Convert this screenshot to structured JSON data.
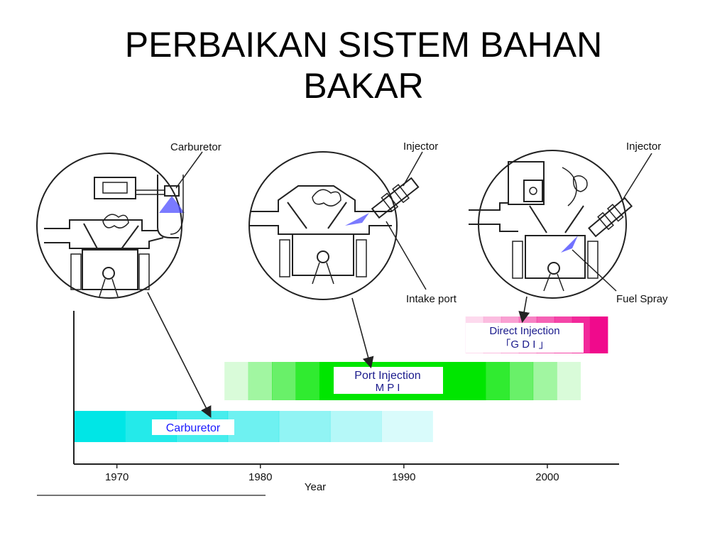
{
  "title": {
    "line1": "PERBAIKAN SISTEM BAHAN",
    "line2": "BAKAR"
  },
  "callouts": {
    "carburetor": "Carburetor",
    "injector_port": "Injector",
    "intake_port": "Intake port",
    "injector_direct": "Injector",
    "fuel_spray": "Fuel Spray"
  },
  "eras": {
    "carburetor": {
      "label": "Carburetor",
      "start": 1967,
      "end": 1992,
      "color": "#00e6e6",
      "text_color": "#1a1aff"
    },
    "port_injection": {
      "label_line1": "Port Injection",
      "label_line2": "M P I",
      "start": 1977.5,
      "end": 2002.3,
      "color": "#00e600",
      "text_color": "#1a1a8c"
    },
    "direct_injection": {
      "label_line1": "Direct Injection",
      "label_line2": "「G D I 」",
      "start": 1994.3,
      "end": 2004.2,
      "color": "#f00a8c",
      "text_color": "#1a1a8c"
    }
  },
  "axis": {
    "xlabel": "Year",
    "ticks": [
      "1970",
      "1980",
      "1990",
      "2000"
    ],
    "xlim": [
      1967,
      2005
    ]
  },
  "icons": {
    "carb_engine": "engine-carburetor-icon",
    "port_engine": "engine-port-injection-icon",
    "direct_engine": "engine-direct-injection-icon"
  }
}
